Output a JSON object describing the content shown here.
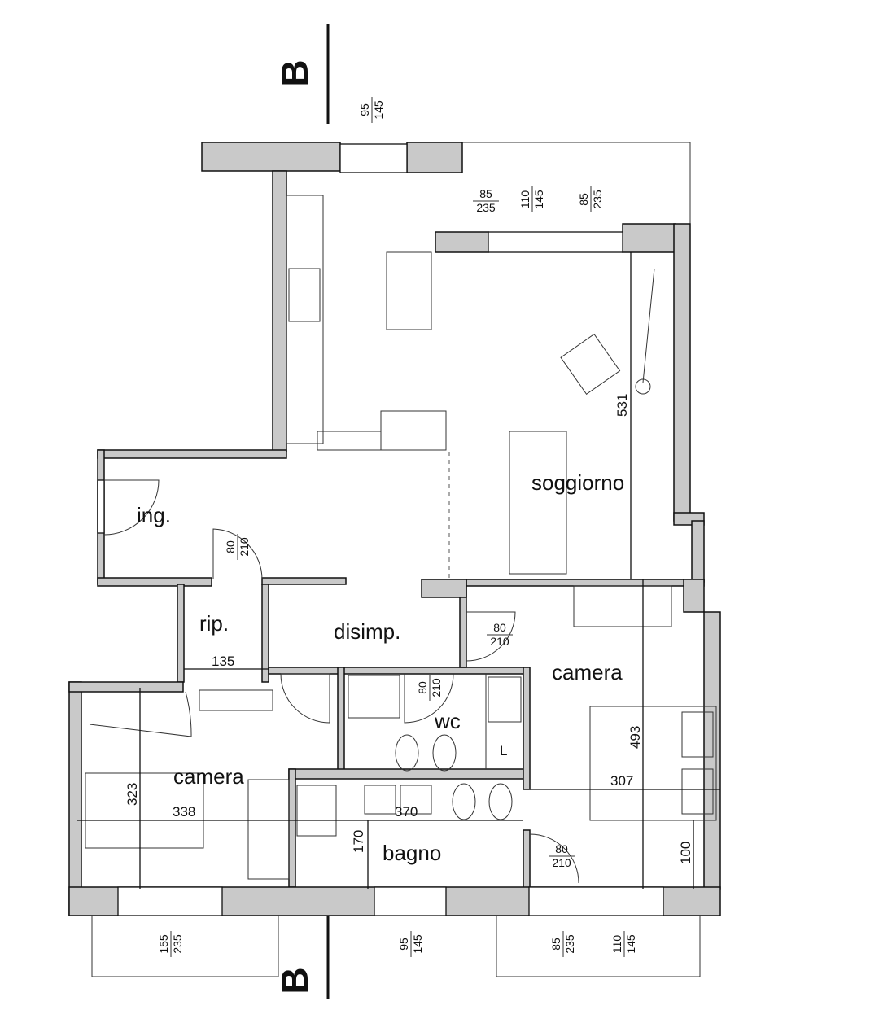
{
  "section": {
    "top": "B",
    "bottom": "B"
  },
  "rooms": {
    "entrance": "ing.",
    "living": "soggiorno",
    "storage": "rip.",
    "hall": "disimp.",
    "bedroom_right": "camera",
    "wc": "wc",
    "laundry": "L",
    "bedroom_left": "camera",
    "bathroom": "bagno"
  },
  "dimensions": {
    "living_depth": "531",
    "storage_width": "135",
    "bedroom_right_depth": "493",
    "bedroom_right_width": "307",
    "bedroom_left_depth": "323",
    "bedroom_left_width": "338",
    "bathroom_width": "370",
    "bathroom_depth": "170",
    "bedroom_right_window_offset": "100"
  },
  "openings": [
    {
      "id": "kitchen-top-window",
      "w": "95",
      "h": "145"
    },
    {
      "id": "kitchen-balcony-door",
      "w": "85",
      "h": "235"
    },
    {
      "id": "living-window",
      "w": "110",
      "h": "145"
    },
    {
      "id": "living-balcony-door",
      "w": "85",
      "h": "235"
    },
    {
      "id": "storage-door",
      "w": "80",
      "h": "210"
    },
    {
      "id": "bedroom-right-door",
      "w": "80",
      "h": "210"
    },
    {
      "id": "wc-door",
      "w": "80",
      "h": "210"
    },
    {
      "id": "bathroom-door",
      "w": "80",
      "h": "210"
    },
    {
      "id": "bedroom-left-window",
      "w": "155",
      "h": "235"
    },
    {
      "id": "bathroom-window",
      "w": "95",
      "h": "145"
    },
    {
      "id": "bedroom-right-balcony-door",
      "w": "85",
      "h": "235"
    },
    {
      "id": "bedroom-right-window",
      "w": "110",
      "h": "145"
    }
  ]
}
